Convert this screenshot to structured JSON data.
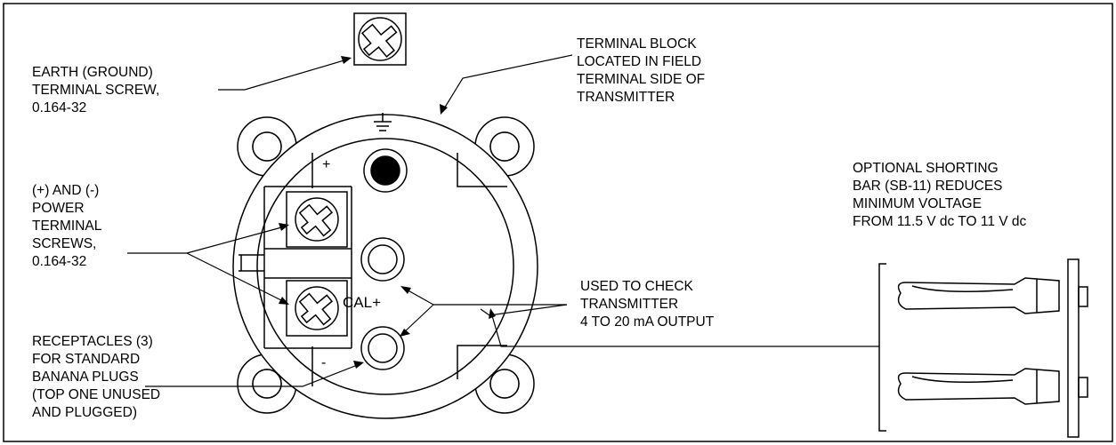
{
  "labels": {
    "earth": [
      "EARTH (GROUND)",
      "TERMINAL SCREW,",
      "0.164-32"
    ],
    "terminal_block": [
      "TERMINAL BLOCK",
      "LOCATED IN FIELD",
      "TERMINAL SIDE OF",
      "TRANSMITTER"
    ],
    "power": [
      "(+) AND (-)",
      "POWER",
      "TERMINAL",
      "SCREWS,",
      "0.164-32"
    ],
    "receptacles": [
      "RECEPTACLES (3)",
      "FOR STANDARD",
      "BANANA PLUGS",
      "(TOP ONE UNUSED",
      "AND PLUGGED)"
    ],
    "check": [
      "USED TO CHECK",
      "TRANSMITTER",
      "4 TO 20 mA OUTPUT"
    ],
    "shorting_bar": [
      "OPTIONAL SHORTING",
      "BAR (SB-11) REDUCES",
      "MINIMUM VOLTAGE",
      "FROM 11.5 V dc TO 11 V dc"
    ]
  },
  "block_marks": {
    "plus": "+",
    "minus": "-",
    "cal": "CAL+",
    "ground_symbol": "⏚"
  }
}
